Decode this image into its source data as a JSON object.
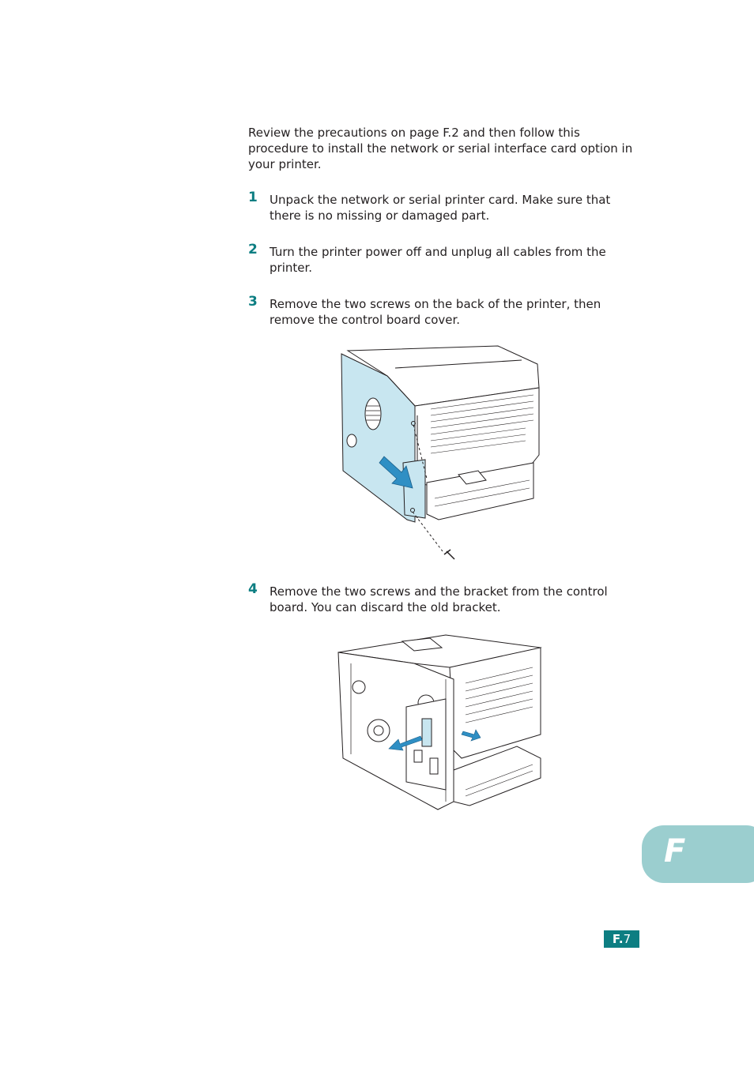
{
  "intro": "Review the precautions on page F.2 and then follow this procedure to install the network or serial interface card option in your printer.",
  "steps": [
    {
      "number": "1",
      "text": "Unpack the network or serial printer card. Make sure that there is no missing or damaged part."
    },
    {
      "number": "2",
      "text": "Turn the printer power off and unplug all cables from the printer."
    },
    {
      "number": "3",
      "text": "Remove the two screws on the back of the printer, then remove the control board cover."
    },
    {
      "number": "4",
      "text": "Remove the two screws and the bracket from the control board. You can discard the old bracket."
    }
  ],
  "chapter_tab": "F",
  "page_number": {
    "prefix": "F.",
    "number": "7"
  },
  "colors": {
    "accent": "#0d7e82",
    "tab": "#9bcecf",
    "printer_side": "#c8e6f0",
    "arrow": "#2f8fc4"
  }
}
